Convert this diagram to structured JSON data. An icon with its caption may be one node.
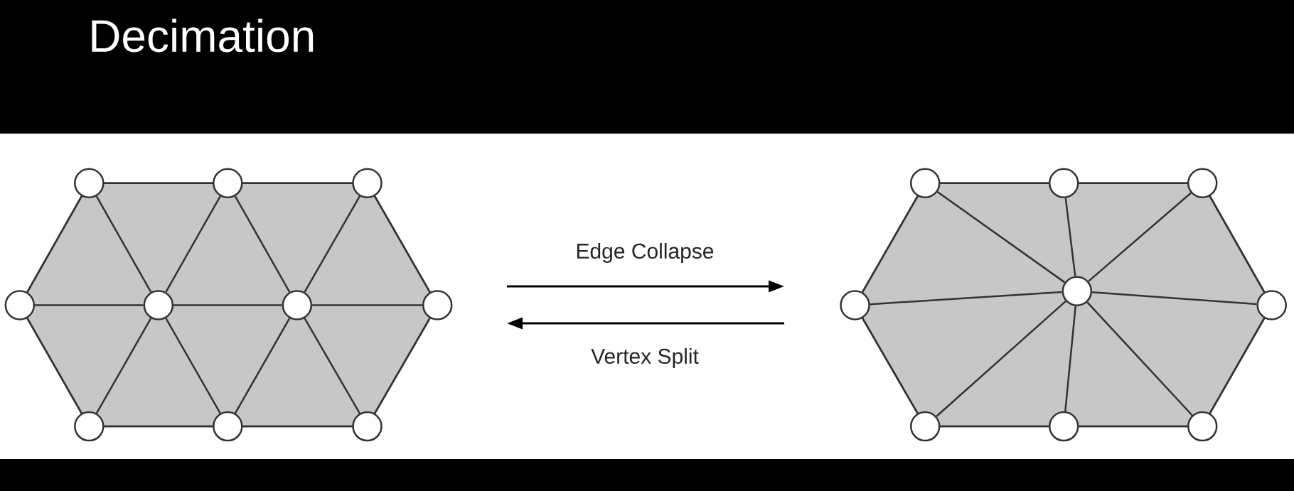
{
  "diagram": {
    "title": "Decimation",
    "nodes": [
      {
        "text": [],
        "shape": "hexagon"
      },
      {
        "text": [],
        "shape": "circle",
        "in": 0
      },
      {
        "text": [],
        "shape": "circle",
        "in": 0
      },
      {
        "text": [],
        "shape": "circle",
        "in": 0
      },
      {
        "text": [],
        "shape": "circle",
        "in": 0
      },
      {
        "text": [],
        "shape": "circle",
        "in": 0
      },
      {
        "text": [],
        "shape": "circle",
        "in": 0
      },
      {
        "text": [],
        "shape": "circle",
        "in": 0
      },
      {
        "text": [],
        "shape": "circle",
        "in": 0
      },
      {
        "text": [],
        "shape": "circle",
        "in": 0
      },
      {
        "text": [],
        "shape": "circle",
        "in": 0
      },
      {
        "text": [],
        "shape": "hexagon"
      },
      {
        "text": [],
        "shape": "circle",
        "in": 11
      },
      {
        "text": [],
        "shape": "circle",
        "in": 11
      },
      {
        "text": [],
        "shape": "circle",
        "in": 11
      },
      {
        "text": [],
        "shape": "circle",
        "in": 11
      },
      {
        "text": [],
        "shape": "circle",
        "in": 11
      },
      {
        "text": [],
        "shape": "circle",
        "in": 11
      },
      {
        "text": [],
        "shape": "circle",
        "in": 11
      },
      {
        "text": [],
        "shape": "circle",
        "in": 11
      },
      {
        "text": [],
        "shape": "circle",
        "in": 11
      }
    ],
    "labels": [
      "Edge Collapse",
      "Vertex Split"
    ],
    "edges": [
      {
        "from": 1,
        "to": 2,
        "arrow": "none"
      },
      {
        "from": 2,
        "to": 3,
        "arrow": "none"
      },
      {
        "from": 8,
        "to": 9,
        "arrow": "none"
      },
      {
        "from": 9,
        "to": 10,
        "arrow": "none"
      },
      {
        "from": 4,
        "to": 5,
        "arrow": "none"
      },
      {
        "from": 5,
        "to": 6,
        "arrow": "none"
      },
      {
        "from": 6,
        "to": 7,
        "arrow": "none"
      },
      {
        "from": 1,
        "to": 4,
        "arrow": "none"
      },
      {
        "from": 1,
        "to": 5,
        "arrow": "none"
      },
      {
        "from": 2,
        "to": 5,
        "arrow": "none"
      },
      {
        "from": 2,
        "to": 6,
        "arrow": "none"
      },
      {
        "from": 3,
        "to": 6,
        "arrow": "none"
      },
      {
        "from": 3,
        "to": 7,
        "arrow": "none"
      },
      {
        "from": 8,
        "to": 4,
        "arrow": "none"
      },
      {
        "from": 8,
        "to": 5,
        "arrow": "none"
      },
      {
        "from": 9,
        "to": 5,
        "arrow": "none"
      },
      {
        "from": 9,
        "to": 6,
        "arrow": "none"
      },
      {
        "from": 10,
        "to": 6,
        "arrow": "none"
      },
      {
        "from": 10,
        "to": 7,
        "arrow": "none"
      },
      {
        "from": 12,
        "to": 13,
        "arrow": "none"
      },
      {
        "from": 13,
        "to": 14,
        "arrow": "none"
      },
      {
        "from": 14,
        "to": 17,
        "arrow": "none"
      },
      {
        "from": 17,
        "to": 20,
        "arrow": "none"
      },
      {
        "from": 20,
        "to": 19,
        "arrow": "none"
      },
      {
        "from": 19,
        "to": 18,
        "arrow": "none"
      },
      {
        "from": 18,
        "to": 15,
        "arrow": "none"
      },
      {
        "from": 15,
        "to": 12,
        "arrow": "none"
      },
      {
        "from": 16,
        "to": 12,
        "arrow": "none"
      },
      {
        "from": 16,
        "to": 13,
        "arrow": "none"
      },
      {
        "from": 16,
        "to": 14,
        "arrow": "none"
      },
      {
        "from": 16,
        "to": 15,
        "arrow": "none"
      },
      {
        "from": 16,
        "to": 17,
        "arrow": "none"
      },
      {
        "from": 16,
        "to": 18,
        "arrow": "none"
      },
      {
        "from": 16,
        "to": 19,
        "arrow": "none"
      },
      {
        "from": 16,
        "to": 20,
        "arrow": "none"
      }
    ]
  }
}
